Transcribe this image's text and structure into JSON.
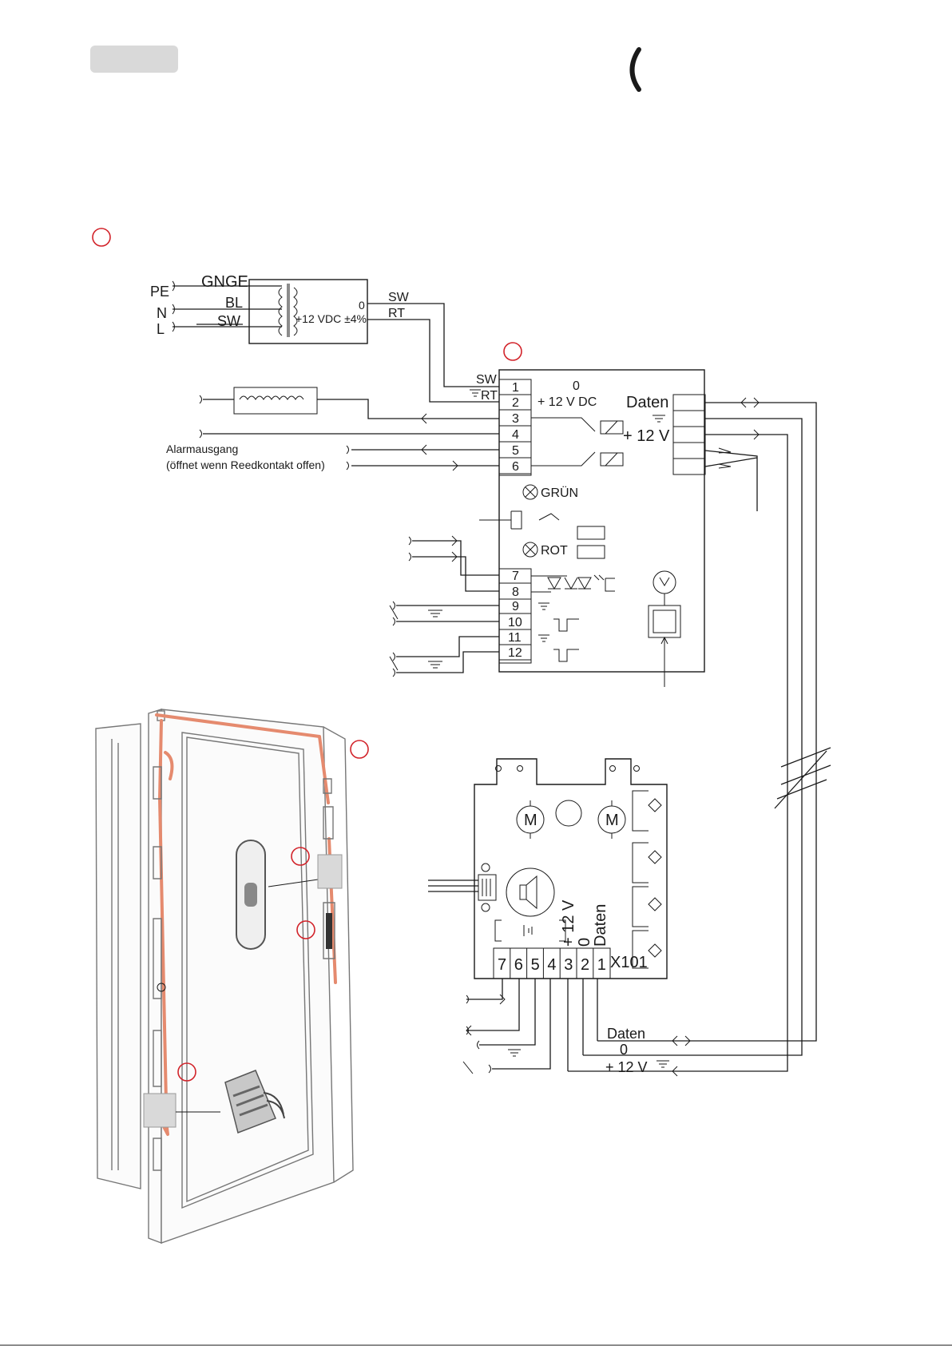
{
  "labels": {
    "pe": "PE",
    "n": "N",
    "l": "L",
    "gnge": "GNGE",
    "bl": "BL",
    "sw": "SW",
    "psu_zero": "0",
    "psu_voltage": "+12 VDC ±4%",
    "out_sw": "SW",
    "out_rt": "RT",
    "ctrl_sw": "SW",
    "ctrl_rt": "RT",
    "ctrl_zero": "0",
    "ctrl_voltage": "+ 12 V DC",
    "daten": "Daten",
    "plus12v": "+ 12 V",
    "alarm_line1": "Alarmausgang",
    "alarm_line2": "(öffnet wenn Reedkontakt offen)",
    "gruen": "GRÜN",
    "rot": "ROT",
    "lock_plus12v": "+ 12 V",
    "lock_zero": "0",
    "lock_daten": "Daten",
    "x101": "X101",
    "bottom_daten": "Daten",
    "bottom_zero": "0",
    "bottom_plus12v": "+ 12 V"
  },
  "terminals": [
    "1",
    "2",
    "3",
    "4",
    "5",
    "6",
    "7",
    "8",
    "9",
    "10",
    "11",
    "12"
  ],
  "lock_terminals": [
    "7",
    "6",
    "5",
    "4",
    "3",
    "2",
    "1"
  ],
  "motor_symbol": "M",
  "icons": [
    "transformer-icon",
    "lamp-icon",
    "speaker-icon",
    "motor-icon",
    "relay-icon",
    "optocoupler-icon",
    "switch-icon",
    "door-illustration",
    "connector-plug-illustration",
    "handle-illustration"
  ],
  "colors": {
    "cable": "#e58a6e",
    "marker": "#d2232a",
    "header_tab": "#d9d9d9"
  }
}
